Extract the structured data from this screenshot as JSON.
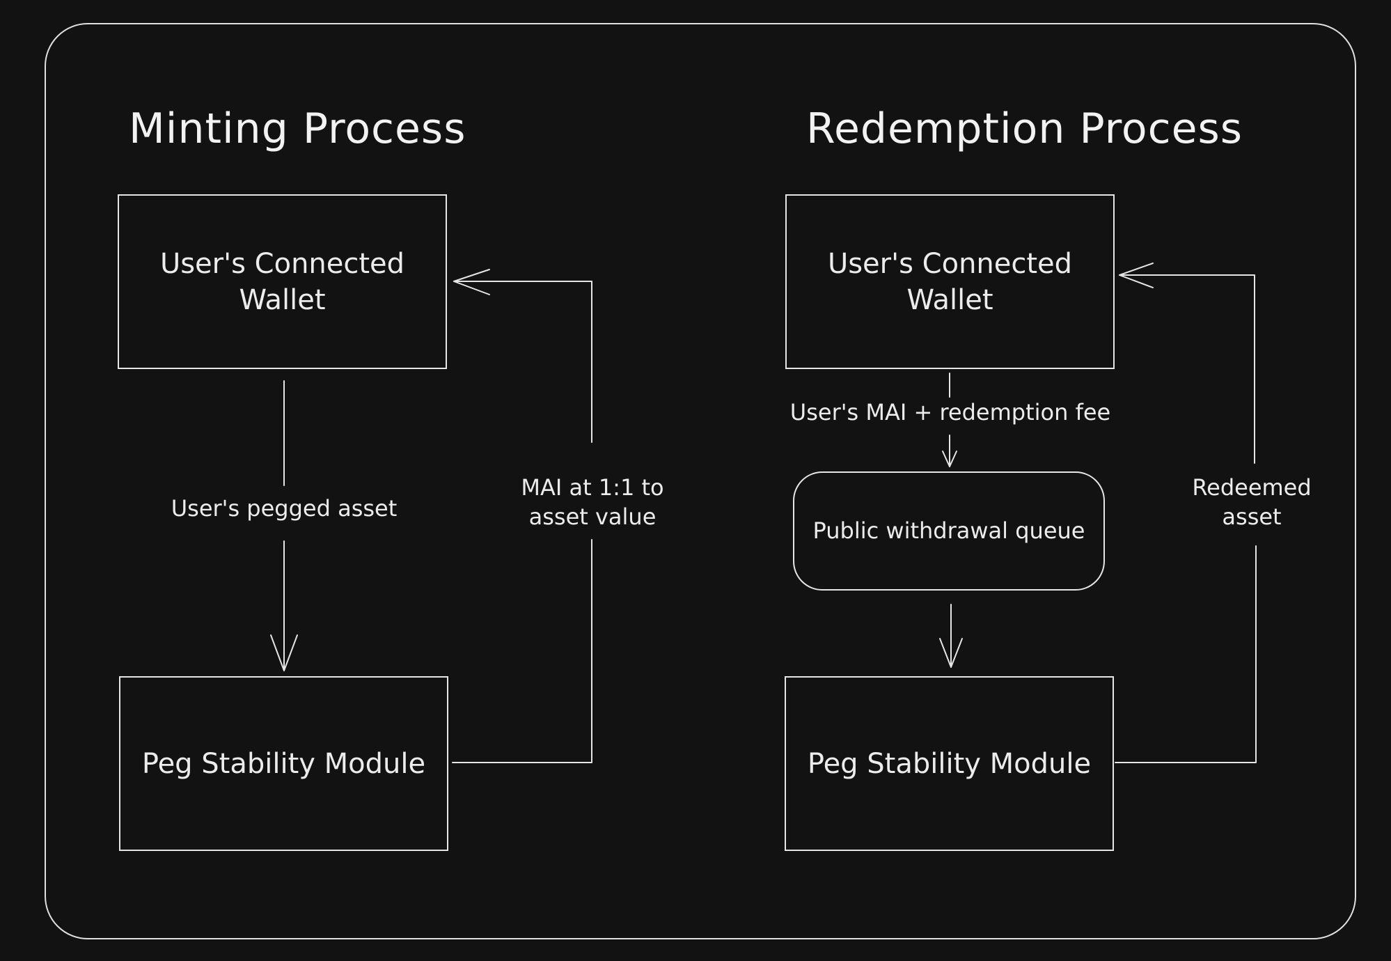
{
  "colors": {
    "background": "#121212",
    "stroke": "#e6e6e6",
    "text": "#ececec"
  },
  "minting": {
    "title": "Minting Process",
    "wallet_box": "User's Connected\nWallet",
    "psm_box": "Peg Stability Module",
    "edge_asset_label": "User's pegged asset",
    "edge_mai_label": "MAI at 1:1 to\nasset value"
  },
  "redemption": {
    "title": "Redemption Process",
    "wallet_box": "User's Connected\nWallet",
    "queue_box": "Public withdrawal queue",
    "psm_box": "Peg Stability Module",
    "edge_fee_label": "User's MAI + redemption fee",
    "edge_redeemed_label": "Redeemed\nasset"
  }
}
